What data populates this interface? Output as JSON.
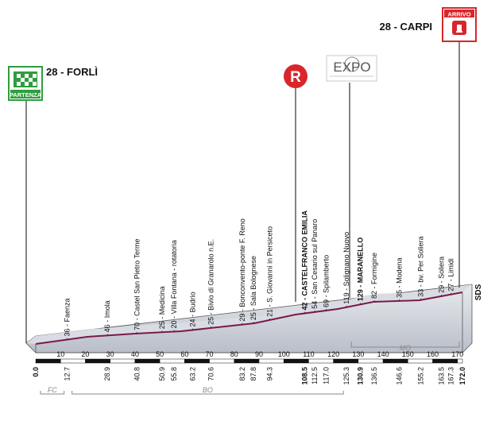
{
  "start": {
    "badge_label": "PARTENZA",
    "stage_label": "28 - FORLÌ"
  },
  "finish": {
    "badge_label": "ARRIVO",
    "stage_label": "28 - CARPI"
  },
  "markers": {
    "refuel_letter": "R",
    "expo_logo_text": "EXPO"
  },
  "places": [
    {
      "name": "36 - Faenza",
      "km": 12.7
    },
    {
      "name": "46 - Imola",
      "km": 28.9
    },
    {
      "name": "70 - Castel San Pietro Terme",
      "km": 40.8
    },
    {
      "name": "25 - Medicina",
      "km": 50.9
    },
    {
      "name": "20 - Villa Fontana - rotatoria",
      "km": 55.8
    },
    {
      "name": "24 - Budrio",
      "km": 63.2
    },
    {
      "name": "25 - Bivio di Granarolo n.E.",
      "km": 70.6
    },
    {
      "name": "29 - Bonconvento-ponte F. Reno",
      "km": 83.2
    },
    {
      "name": "25 - Sala Bolognese",
      "km": 87.8
    },
    {
      "name": "21 - S. Giovanni in Persiceto",
      "km": 94.3
    },
    {
      "name": "42 - CASTELFRANCO EMILIA",
      "km": 108.5,
      "bold": true
    },
    {
      "name": "54 - San Cesario sul Panaro",
      "km": 112.5
    },
    {
      "name": "69 - Spilamberto",
      "km": 117.0
    },
    {
      "name": "119 - Solignano Nuovo",
      "km": 125.3
    },
    {
      "name": "129 - MARANELLO",
      "km": 130.9,
      "bold": true
    },
    {
      "name": "82 - Formigine",
      "km": 136.5
    },
    {
      "name": "35 - Modena",
      "km": 146.6
    },
    {
      "name": "33 - bv. Per Soliera",
      "km": 155.2
    },
    {
      "name": "29 - Soliera",
      "km": 163.5
    },
    {
      "name": "27 - Limidi",
      "km": 167.3
    }
  ],
  "distances": [
    {
      "label": "0.0",
      "km": 0,
      "bold": true
    },
    {
      "label": "12.7",
      "km": 12.7
    },
    {
      "label": "28.9",
      "km": 28.9
    },
    {
      "label": "40.8",
      "km": 40.8
    },
    {
      "label": "50.9",
      "km": 50.9
    },
    {
      "label": "55.8",
      "km": 55.8
    },
    {
      "label": "63.2",
      "km": 63.2
    },
    {
      "label": "70.6",
      "km": 70.6
    },
    {
      "label": "83.2",
      "km": 83.2
    },
    {
      "label": "87.8",
      "km": 87.8
    },
    {
      "label": "94.3",
      "km": 94.3
    },
    {
      "label": "108.5",
      "km": 108.5,
      "bold": true
    },
    {
      "label": "112.5",
      "km": 112.5
    },
    {
      "label": "117.0",
      "km": 117.0
    },
    {
      "label": "125.3",
      "km": 125.3
    },
    {
      "label": "130.9",
      "km": 130.9,
      "bold": true
    },
    {
      "label": "136.5",
      "km": 136.5
    },
    {
      "label": "146.6",
      "km": 146.6
    },
    {
      "label": "155.2",
      "km": 155.2
    },
    {
      "label": "163.5",
      "km": 163.5
    },
    {
      "label": "167.3",
      "km": 167.3
    },
    {
      "label": "172.0",
      "km": 172.0,
      "bold": true
    }
  ],
  "ticks": [
    "10",
    "20",
    "30",
    "40",
    "50",
    "60",
    "70",
    "80",
    "90",
    "100",
    "110",
    "120",
    "130",
    "140",
    "150",
    "160",
    "170"
  ],
  "road_label": "SDS",
  "provinces": [
    {
      "code": "FC",
      "from_km": 0,
      "to_km": 12.7
    },
    {
      "code": "BO",
      "from_km": 12.7,
      "to_km": 125.3
    },
    {
      "code": "MO",
      "from_km": 125.3,
      "to_km": 172.0
    }
  ],
  "colors": {
    "profile_line": "#7a1a4a",
    "profile_fill": "#c4c9d4",
    "profile_side": "#8d95a3",
    "start_green": "#2e9e3e",
    "finish_red": "#d8262b",
    "refuel_red": "#d8262b",
    "province_gray": "#8a8a8a"
  }
}
